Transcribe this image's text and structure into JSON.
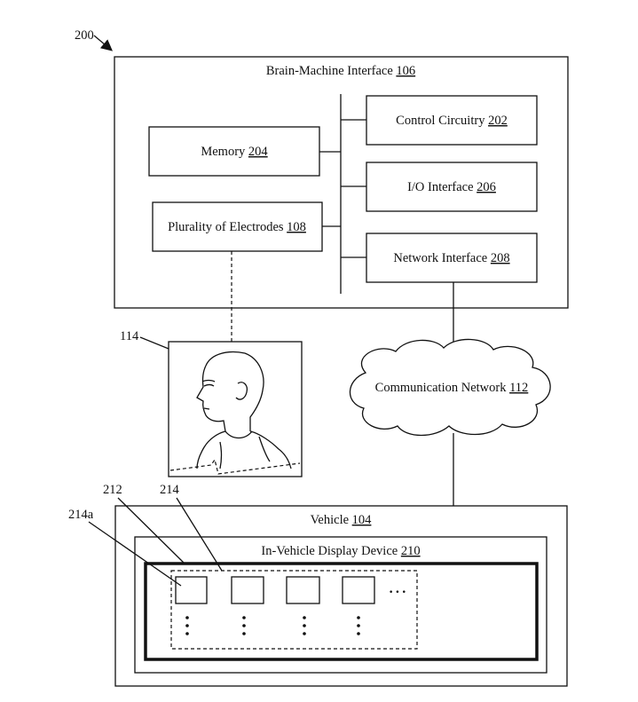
{
  "figure_ref": "200",
  "bmi": {
    "title": "Brain-Machine Interface",
    "ref": "106"
  },
  "memory": {
    "label": "Memory",
    "ref": "204"
  },
  "electrodes": {
    "label": "Plurality of Electrodes",
    "ref": "108"
  },
  "control": {
    "label": "Control Circuitry",
    "ref": "202"
  },
  "io": {
    "label": "I/O Interface",
    "ref": "206"
  },
  "network_iface": {
    "label": "Network Interface",
    "ref": "208"
  },
  "comm_network": {
    "label": "Communication Network",
    "ref": "112"
  },
  "user_ref": "114",
  "vehicle": {
    "label": "Vehicle",
    "ref": "104"
  },
  "display": {
    "label": "In-Vehicle Display Device",
    "ref": "210"
  },
  "callouts": {
    "screen": "212",
    "grid": "214",
    "item": "214a"
  },
  "ellipsis": "•••"
}
